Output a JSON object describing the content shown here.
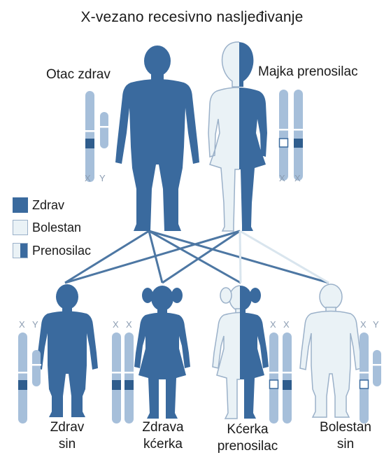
{
  "title": "X-vezano recesivno nasljeđivanje",
  "parents": {
    "father_label": "Otac zdrav",
    "mother_label": "Majka prenosilac"
  },
  "legend": [
    {
      "label": "Zdrav",
      "style": "filled"
    },
    {
      "label": "Bolestan",
      "style": "empty"
    },
    {
      "label": "Prenosilac",
      "style": "half"
    }
  ],
  "children": [
    {
      "line1": "Zdrav",
      "line2": "sin"
    },
    {
      "line1": "Zdrava",
      "line2": "kćerka"
    },
    {
      "line1": "Kćerka",
      "line2": "prenosilac"
    },
    {
      "line1": "Bolestan",
      "line2": "sin"
    }
  ],
  "chromosome_labels": {
    "x": "X",
    "y": "Y"
  },
  "colors": {
    "dark_blue": "#3a6a9e",
    "light_fill": "#e9f1f6",
    "outline": "#9bb1c9",
    "chromosome": "#a6bfda",
    "line": "#4d77a3"
  }
}
